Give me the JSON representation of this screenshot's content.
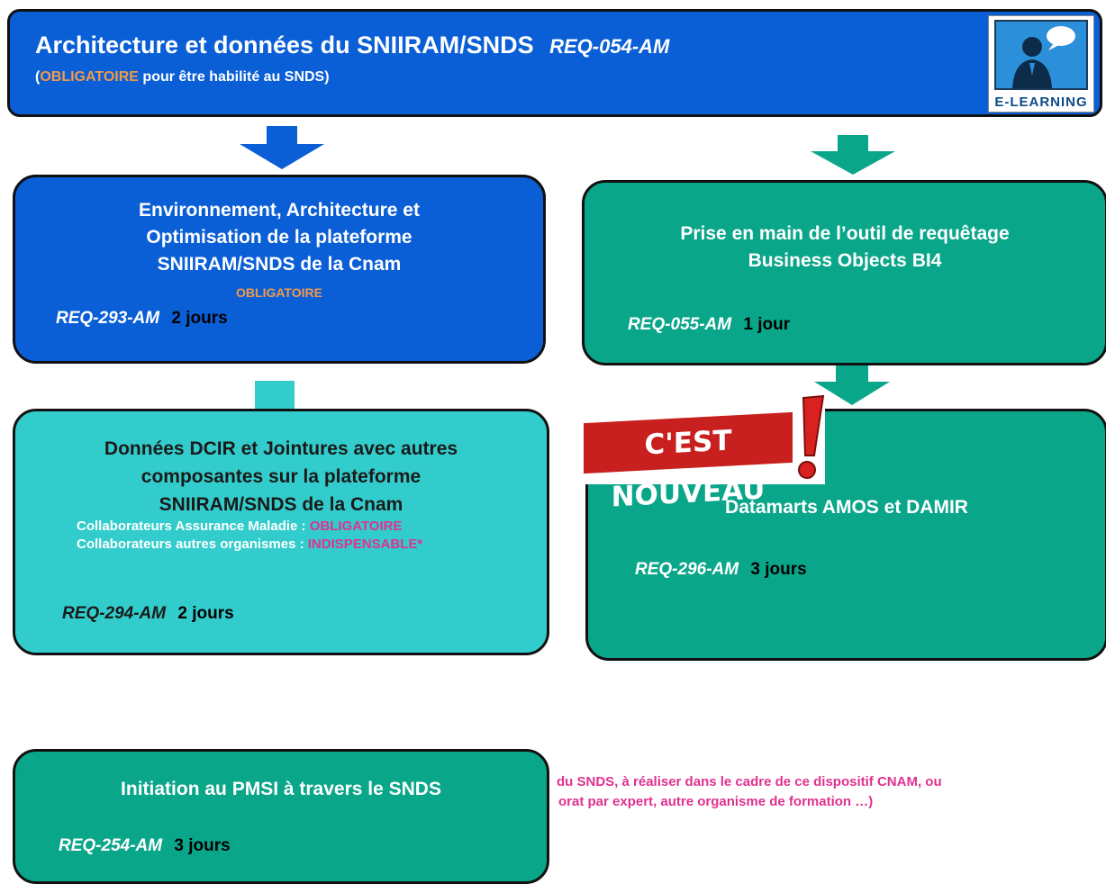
{
  "header": {
    "title": "Architecture et données du SNIIRAM/SNDS",
    "code": "REQ-054-AM",
    "paren_open": "(",
    "mandatory": "OBLIGATOIRE",
    "subtitle_rest": " pour être habilité au SNDS)",
    "badge_label": "E-LEARNING"
  },
  "box_env": {
    "line1": "Environnement, Architecture et",
    "line2": "Optimisation de la plateforme",
    "line3": "SNIIRAM/SNDS de la Cnam",
    "mandatory": "OBLIGATOIRE",
    "code": "REQ-293-AM",
    "days": "2 jours"
  },
  "box_bo": {
    "line1": "Prise en main de l’outil de requêtage",
    "line2": "Business Objects BI4",
    "code": "REQ-055-AM",
    "days": "1 jour"
  },
  "box_dcir": {
    "line1": "Données DCIR et Jointures avec autres",
    "line2": "composantes sur la plateforme",
    "line3": "SNIIRAM/SNDS de la Cnam",
    "collab1": "Collaborateurs Assurance Maladie : ",
    "collab1_val": "OBLIGATOIRE",
    "collab2": "Collaborateurs autres organismes : ",
    "collab2_val": "INDISPENSABLE*",
    "code": "REQ-294-AM",
    "days": "2 jours"
  },
  "box_datamarts": {
    "new_badge": "C'EST NOUVEAU",
    "title": "Datamarts AMOS et DAMIR",
    "code": "REQ-296-AM",
    "days": "3 jours"
  },
  "box_pmsi": {
    "title": "Initiation au PMSI à travers le SNDS",
    "code": "REQ-254-AM",
    "days": "3 jours"
  },
  "footnote": {
    "line1": "du SNDS, à réaliser dans le cadre de ce dispositif CNAM, ou",
    "line2": "orat par expert, autre organisme de formation …)"
  },
  "colors": {
    "blue": "#0a5fd6",
    "green": "#0aa68a",
    "teal": "#33cccc",
    "orange": "#f29a4a",
    "pink": "#e03190"
  }
}
